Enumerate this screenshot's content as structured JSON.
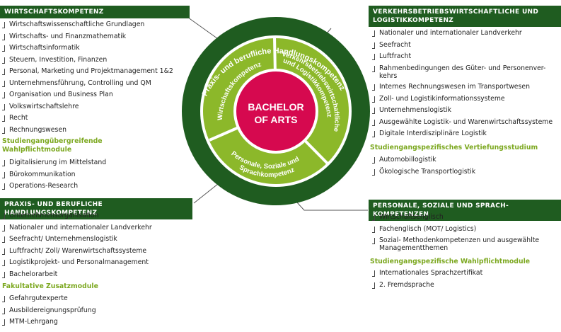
{
  "center": {
    "line1": "BACHELOR",
    "line2": "OF ARTS"
  },
  "outer_ring": "Praxis- und berufliche Handlungskompetenz",
  "middle_ring": {
    "wirtschaft": "Wirtschaftskompetenz",
    "verkehr_1": "Verkehrsbetriebswirtschaftliche",
    "verkehr_2": "und Logistikkompetenz",
    "personal_1": "Personale, Soziale und",
    "personal_2": "Sprachkompetenz"
  },
  "wirtschaft": {
    "title": "WIRTSCHAFTSKOMPETENZ",
    "items": [
      "Wirtschaftswissenschaftliche Grundlagen",
      "Wirtschafts- und Finanzmathematik",
      "Wirtschaftsinformatik",
      "Steuern, Investition, Finanzen",
      "Personal, Marketing und Projektmanagement  1&2",
      "Unternehmensführung, Controlling und QM",
      "Organisation und Business Plan",
      "Volkswirtschaftslehre",
      "Recht",
      "Rechnungswesen"
    ],
    "sub_heading_1": "Studiengangübergreifende",
    "sub_heading_2": "Wahlpflichtmodule",
    "sub_items": [
      "Digitalisierung im Mittelstand",
      "Bürokommunikation",
      "Operations-Research"
    ]
  },
  "verkehr": {
    "title_1": "VERKEHRSBETRIEBSWIRTSCHAFTLICHE UND",
    "title_2": "LOGISTIKKOMPETENZ",
    "items": [
      "Nationaler und internationaler Landverkehr",
      "Seefracht",
      "Luftfracht",
      "Rahmenbedingungen des Güter- und Personenver-",
      "kehrs",
      "Internes Rechnungswesen im Transportwesen",
      "Zoll- und Logistikinformationssysteme",
      "Unternehmenslogistik",
      "Ausgewählte Logistik- und Warenwirtschaftssysteme",
      "Digitale Interdisziplinäre Logistik"
    ],
    "sub_heading": "Studiengangspezifisches Vertiefungsstudium",
    "sub_items": [
      "Automobillogistik",
      "Ökologische Transportlogistik"
    ]
  },
  "praxis": {
    "title": "PRAXIS- UND BERUFLICHE HANDLUNGSKOMPETENZ",
    "items": [
      "Unternehmensorganisation",
      "Nationaler und internationaler Landverkehr",
      "Seefracht/ Unternehmenslogistik",
      "Luftfracht/ Zoll/ Warenwirtschaftssysteme",
      "Logistikprojekt- und Personalmanagement",
      "Bachelorarbeit"
    ],
    "sub_heading": "Fakultative Zusatzmodule",
    "sub_items": [
      "Gefahrgutexperte",
      "Ausbildereignungsprüfung",
      "MTM-Lehrgang"
    ]
  },
  "personal": {
    "title": "PERSONALE, SOZIALE UND SPRACH-KOMPETENZEN",
    "items": [
      "Wirtschaftsenglisch",
      "Fachenglisch (MOT/ Logistics)",
      "Sozial- Methodenkompetenzen und ausgewählte",
      "Managementthemen"
    ],
    "sub_heading": "Studiengangspezifische Wahlpflichtmodule",
    "sub_items": [
      "Internationales Sprachzertifikat",
      "2. Fremdsprache"
    ]
  },
  "colors": {
    "dark_green": "#1f5c20",
    "light_green": "#8cb82a",
    "center_red": "#d6094f",
    "sub_heading_green": "#7ca820"
  }
}
